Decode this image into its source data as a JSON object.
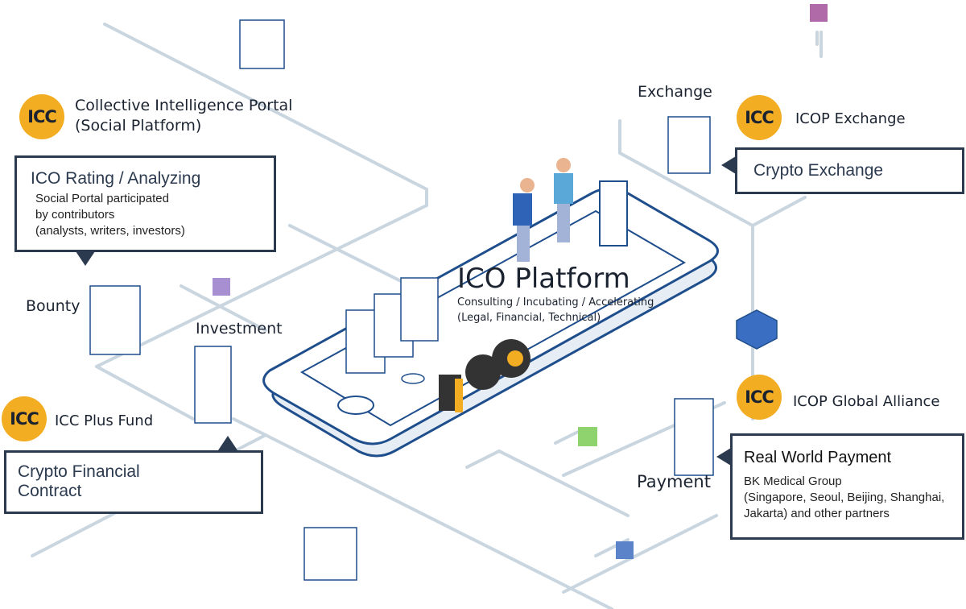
{
  "colors": {
    "accent": "#f2ad23",
    "box_border": "#2b3a4f",
    "line": "#c9d5df",
    "phone": "#1f4e8c"
  },
  "logo_text": "ICC",
  "nodes": {
    "cip": {
      "title_line1": "Collective Intelligence Portal",
      "title_line2": "(Social Platform)"
    },
    "rating": {
      "title": "ICO Rating / Analyzing",
      "sub_line1": "Social Portal participated",
      "sub_line2": "by contributors",
      "sub_line3": "(analysts, writers, investors)"
    },
    "bounty": "Bounty",
    "investment": "Investment",
    "plus_fund": {
      "title": "ICC Plus Fund",
      "box_line1": "Crypto Financial",
      "box_line2": "Contract"
    },
    "exchange": "Exchange",
    "icop_exchange": {
      "title": "ICOP Exchange",
      "box": "Crypto Exchange"
    },
    "global_alliance": "ICOP Global Alliance",
    "payment": "Payment",
    "real_world": {
      "title": "Real World Payment",
      "sub_line1": "BK Medical Group",
      "sub_line2": "(Singapore, Seoul, Beijing, Shanghai,",
      "sub_line3": "Jakarta) and other partners"
    }
  },
  "center": {
    "title": "ICO Platform",
    "sub_line1": "Consulting / Incubating / Accelerating",
    "sub_line2": "(Legal, Financial, Technical)"
  }
}
